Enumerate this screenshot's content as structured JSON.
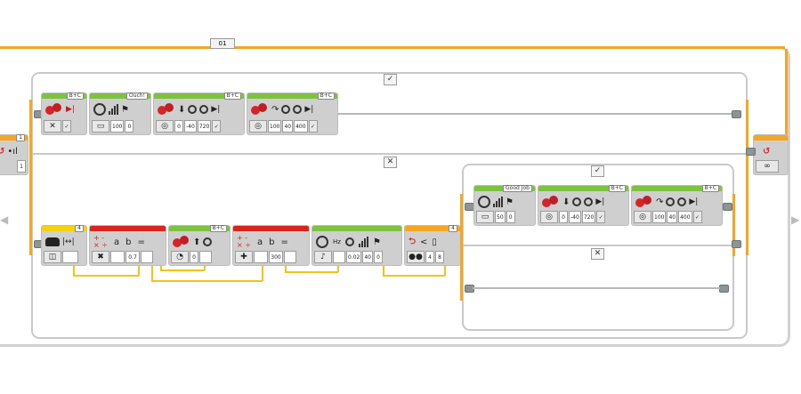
{
  "loop": {
    "counter_label": "01",
    "end_icon": "∞",
    "side_counter_top": "1",
    "side_counter_value": "1"
  },
  "switch_top": {
    "true_label": "✓",
    "false_label": "✕",
    "blocks": [
      {
        "header": "B+C",
        "params": [
          "✕",
          "✓"
        ]
      },
      {
        "header": "Ouch!",
        "params": [
          "100",
          "0"
        ]
      },
      {
        "header": "B+C",
        "params": [
          "0",
          "-40",
          "720",
          "✓"
        ]
      },
      {
        "header": "B+C",
        "params": [
          "100",
          "40",
          "400",
          "✓"
        ]
      }
    ]
  },
  "row_bottom": {
    "blocks": [
      {
        "header": "4",
        "params": []
      },
      {
        "header": "",
        "params": [
          "0.7"
        ],
        "symbols": [
          "a",
          "b",
          "="
        ]
      },
      {
        "header": "B+C",
        "params": [
          "0"
        ]
      },
      {
        "header": "",
        "params": [
          "300"
        ],
        "symbols": [
          "a",
          "b",
          "="
        ]
      },
      {
        "header": "",
        "params": [
          "0.02",
          "40",
          "0"
        ],
        "symbols": [
          "Hz"
        ]
      },
      {
        "header": "4",
        "params": [
          "4",
          "8"
        ],
        "symbols": [
          "<"
        ]
      }
    ]
  },
  "switch_inner": {
    "true_label": "✓",
    "false_label": "✕",
    "blocks": [
      {
        "header": "Good Job",
        "params": [
          "50",
          "0"
        ]
      },
      {
        "header": "B+C",
        "params": [
          "0",
          "-40",
          "720",
          "✓"
        ]
      },
      {
        "header": "B+C",
        "params": [
          "100",
          "40",
          "400",
          "✓"
        ]
      }
    ]
  },
  "colors": {
    "green": "#7ec242",
    "red": "#d8261f",
    "yellow": "#f5d20c",
    "orange": "#f5a623",
    "data_wire": "#f2c318"
  }
}
